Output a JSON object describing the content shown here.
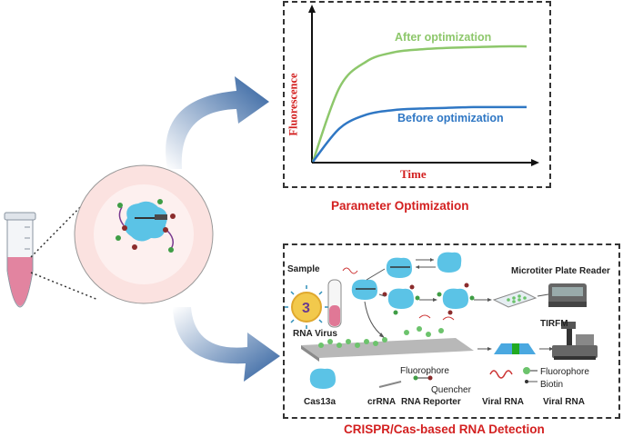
{
  "chart": {
    "ylabel": "Fluorescence",
    "xlabel": "Time",
    "after_label": "After optimization",
    "before_label": "Before optimization",
    "after_color": "#8dc76b",
    "before_color": "#2f77c4"
  },
  "chart_data": {
    "type": "line",
    "xlabel": "Time",
    "ylabel": "Fluorescence",
    "series": [
      {
        "name": "After optimization",
        "x": [
          0,
          1,
          2,
          3,
          4,
          5,
          6,
          7,
          8
        ],
        "values": [
          0,
          0.49,
          0.66,
          0.72,
          0.74,
          0.75,
          0.755,
          0.76,
          0.76
        ]
      },
      {
        "name": "Before optimization",
        "x": [
          0,
          1,
          2,
          3,
          4,
          5,
          6,
          7,
          8
        ],
        "values": [
          0,
          0.22,
          0.31,
          0.34,
          0.35,
          0.355,
          0.36,
          0.36,
          0.36
        ]
      }
    ]
  },
  "titles": {
    "parameter_optimization": "Parameter Optimization",
    "crispr_detection": "CRISPR/Cas-based RNA Detection",
    "title_color": "#d32020"
  },
  "detection": {
    "sample": "Sample",
    "rna_virus": "RNA Virus",
    "microtiter": "Microtiter Plate Reader",
    "tirfm": "TIRFM",
    "fluorophore": "Fluorophore",
    "quencher": "Quencher",
    "fluorophore2": "Fluorophore",
    "biotin": "Biotin"
  },
  "legend": {
    "cas13a": "Cas13a",
    "crrna": "crRNA",
    "rna_reporter": "RNA Reporter",
    "viral_rna": "Viral RNA",
    "viral_rna2": "Viral RNA"
  },
  "colors": {
    "cas_blue": "#5bc3e6",
    "arrow_blue": "#2e5f9e",
    "circle_pink": "#fbe2e0",
    "tube_pink": "#e07896"
  }
}
